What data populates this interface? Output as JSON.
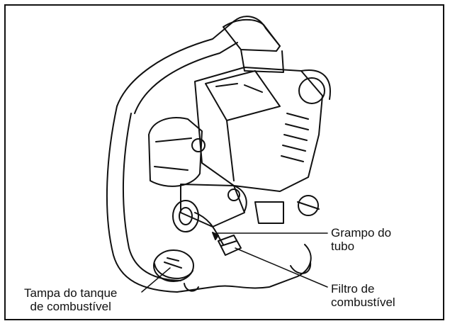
{
  "figure": {
    "labels": {
      "grampo": {
        "line1": "Grampo do",
        "line2": "tubo"
      },
      "filtro": {
        "line1": "Filtro de",
        "line2": "combustível"
      },
      "tampa": {
        "line1": "Tampa do tanque",
        "line2": "de combustível"
      }
    },
    "colors": {
      "ink": "#111111",
      "background": "#ffffff"
    }
  }
}
